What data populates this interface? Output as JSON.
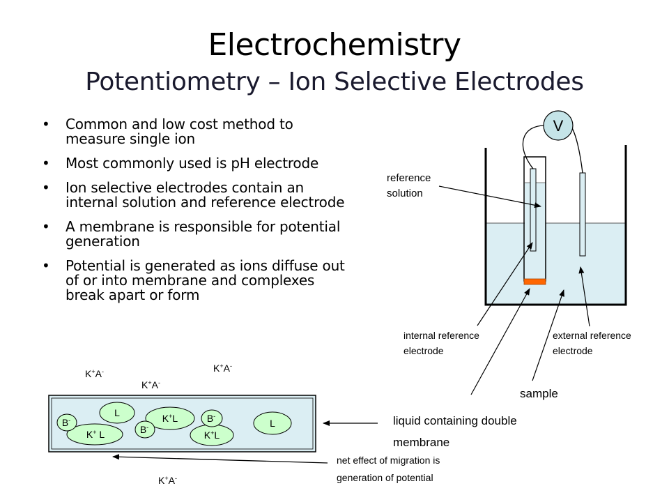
{
  "title": "Electrochemistry",
  "subtitle": "Potentiometry – Ion Selective Electrodes",
  "bullets": [
    "Common and low cost method to measure single ion",
    "Most commonly used is pH electrode",
    "Ion selective electrodes contain an internal solution and reference electrode",
    "A membrane is responsible for potential generation",
    "Potential is generated as ions diffuse out of or into membrane and complexes break apart or form"
  ],
  "cell": {
    "voltmeter": "V",
    "reference_solution": [
      "reference",
      "solution"
    ],
    "internal_reference": [
      "internal reference",
      "electrode"
    ],
    "external_reference": [
      "external reference",
      "electrode"
    ],
    "sample": "sample"
  },
  "membrane": {
    "ion_pair": {
      "cation": "K",
      "cation_charge": "+",
      "anion": "A",
      "anion_charge": "-"
    },
    "circles": [
      {
        "base": "B",
        "charge": "-"
      },
      {
        "base": "K",
        "charge": "+",
        "suffix": " L"
      },
      {
        "base": "L"
      },
      {
        "base": "B",
        "charge": "-"
      },
      {
        "base": "K",
        "charge": "+",
        "suffix": "L"
      },
      {
        "base": "B",
        "charge": "-"
      },
      {
        "base": "K",
        "charge": "+",
        "suffix": "L"
      },
      {
        "base": "L"
      }
    ],
    "label_line1": "liquid containing double",
    "label_line2": "membrane",
    "net_effect_line1": "net effect of migration is",
    "net_effect_line2": "generation of potential"
  },
  "colors": {
    "solution": "#dbeef3",
    "circle_fill": "#ccffcc",
    "voltmeter_fill": "#c5e4e8",
    "membrane_tip": "#ff6600"
  }
}
